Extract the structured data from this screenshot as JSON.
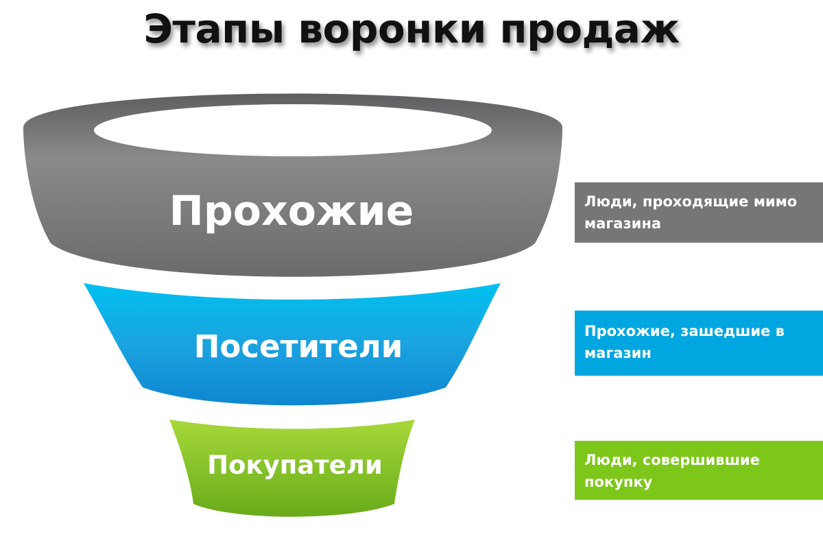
{
  "title": "Этапы воронки продаж",
  "stages": [
    {
      "label": "Прохожие",
      "description": "Люди, проходящие мимо магазина",
      "color": "#767678"
    },
    {
      "label": "Посетители",
      "description": "Прохожие, зашедшие в магазин",
      "color": "#00a6e0"
    },
    {
      "label": "Покупатели",
      "description": "Люди, совершившие покупку",
      "color": "#7dc71a"
    }
  ]
}
